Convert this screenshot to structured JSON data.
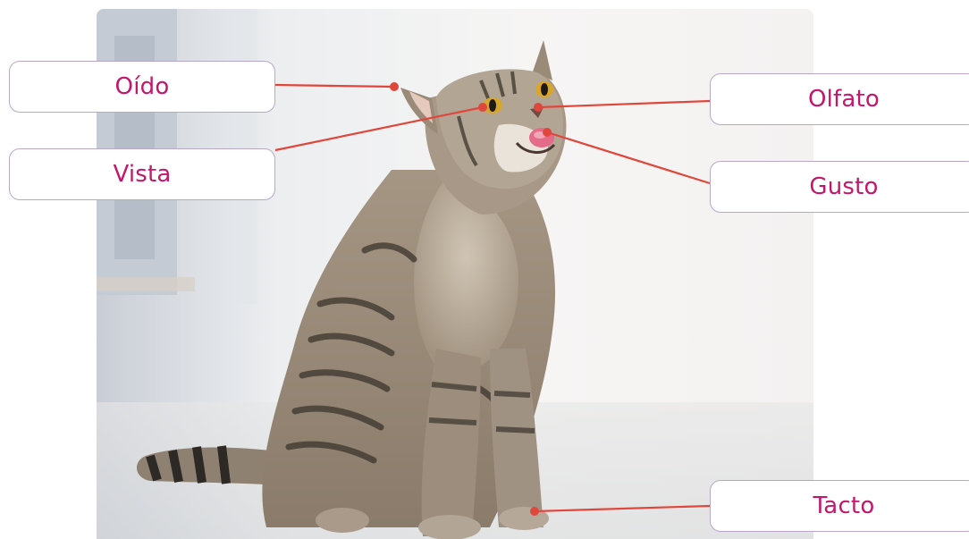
{
  "colors": {
    "label_text": "#c3176b",
    "label_border": "#b9a7c9",
    "leader_line": "#e0473c"
  },
  "labels": {
    "oido": "Oído",
    "vista": "Vista",
    "olfato": "Olfato",
    "gusto": "Gusto",
    "tacto": "Tacto"
  }
}
